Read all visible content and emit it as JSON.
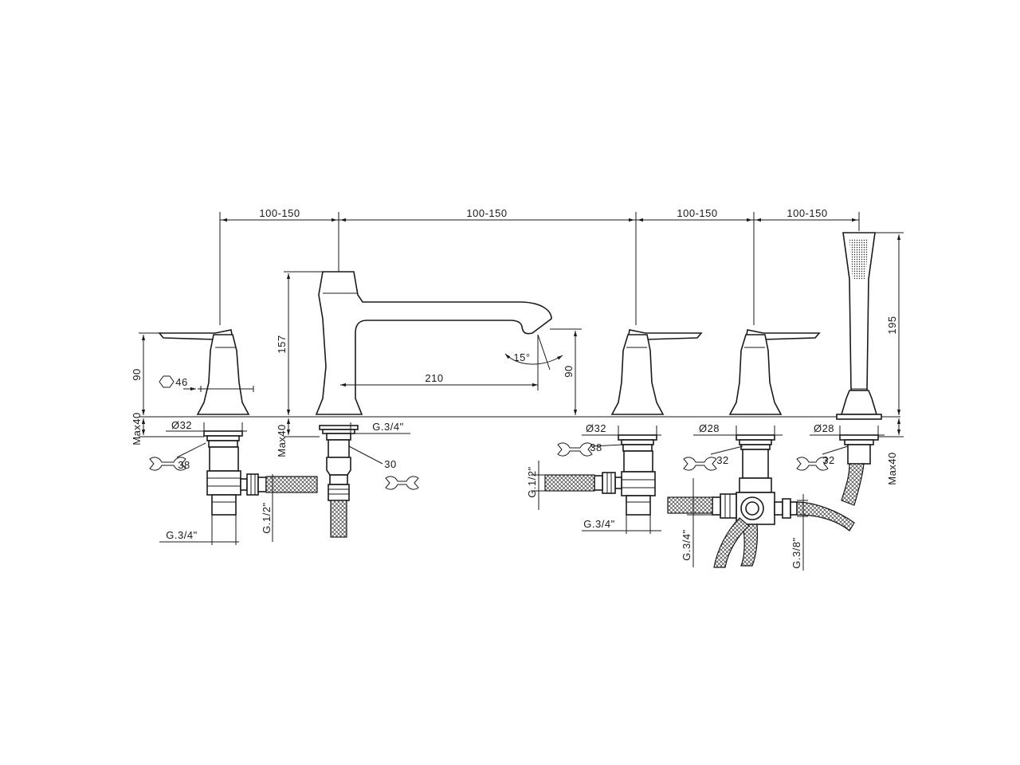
{
  "dimensions": {
    "top_spacing": [
      "100-150",
      "100-150",
      "100-150",
      "100-150"
    ],
    "spout_height": "157",
    "spout_reach": "210",
    "spout_drop": "90",
    "spout_angle": "15°",
    "handshower_height": "195",
    "mixer_height": "90"
  },
  "left_valve": {
    "hex": "46",
    "diameter": "Ø32",
    "max": "Max40",
    "wrench": "38",
    "inlet": "G.3/4\"",
    "outlet": "G.1/2\""
  },
  "spout": {
    "max": "Max40",
    "thread": "G.3/4\"",
    "wrench": "30"
  },
  "right_valve": {
    "diameter": "Ø32",
    "wrench": "38",
    "inlet": "G.3/4\"",
    "outlet": "G.1/2\""
  },
  "diverter": {
    "diameter": "Ø28",
    "wrench": "32",
    "inlet": "G.3/4\"",
    "outlet": "G.3/8\""
  },
  "handshower": {
    "diameter": "Ø28",
    "wrench": "32",
    "max": "Max40"
  }
}
